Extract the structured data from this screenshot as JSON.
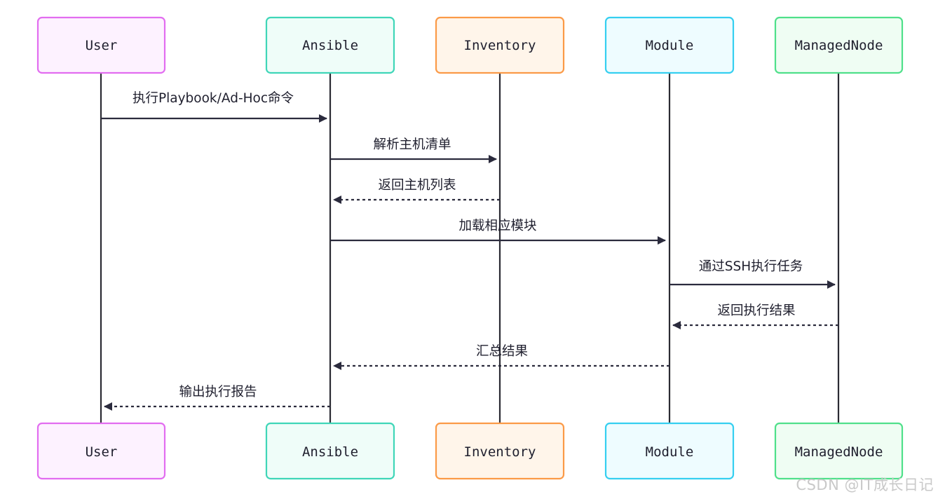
{
  "participants": [
    {
      "id": "user",
      "label": "User",
      "stroke": "#e26df0",
      "fill": "#fdf2ff"
    },
    {
      "id": "ansible",
      "label": "Ansible",
      "stroke": "#3fd6b8",
      "fill": "#effdf9"
    },
    {
      "id": "inventory",
      "label": "Inventory",
      "stroke": "#fb9a47",
      "fill": "#fff5ea"
    },
    {
      "id": "module",
      "label": "Module",
      "stroke": "#35cff0",
      "fill": "#eefcff"
    },
    {
      "id": "managed",
      "label": "ManagedNode",
      "stroke": "#4fe08a",
      "fill": "#effdf3"
    }
  ],
  "messages": [
    {
      "id": "m1",
      "from": "user",
      "to": "ansible",
      "label": "执行Playbook/Ad-Hoc命令",
      "style": "solid"
    },
    {
      "id": "m2",
      "from": "ansible",
      "to": "inventory",
      "label": "解析主机清单",
      "style": "solid"
    },
    {
      "id": "m3",
      "from": "inventory",
      "to": "ansible",
      "label": "返回主机列表",
      "style": "dashed"
    },
    {
      "id": "m4",
      "from": "ansible",
      "to": "module",
      "label": "加载相应模块",
      "style": "solid"
    },
    {
      "id": "m5",
      "from": "module",
      "to": "managed",
      "label": "通过SSH执行任务",
      "style": "solid"
    },
    {
      "id": "m6",
      "from": "managed",
      "to": "module",
      "label": "返回执行结果",
      "style": "dashed"
    },
    {
      "id": "m7",
      "from": "module",
      "to": "ansible",
      "label": "汇总结果",
      "style": "dashed"
    },
    {
      "id": "m8",
      "from": "ansible",
      "to": "user",
      "label": "输出执行报告",
      "style": "dashed"
    }
  ],
  "watermark": "CSDN @IT成长日记",
  "colors": {
    "line": "#2b2b33",
    "text": "#1f1f2e"
  }
}
